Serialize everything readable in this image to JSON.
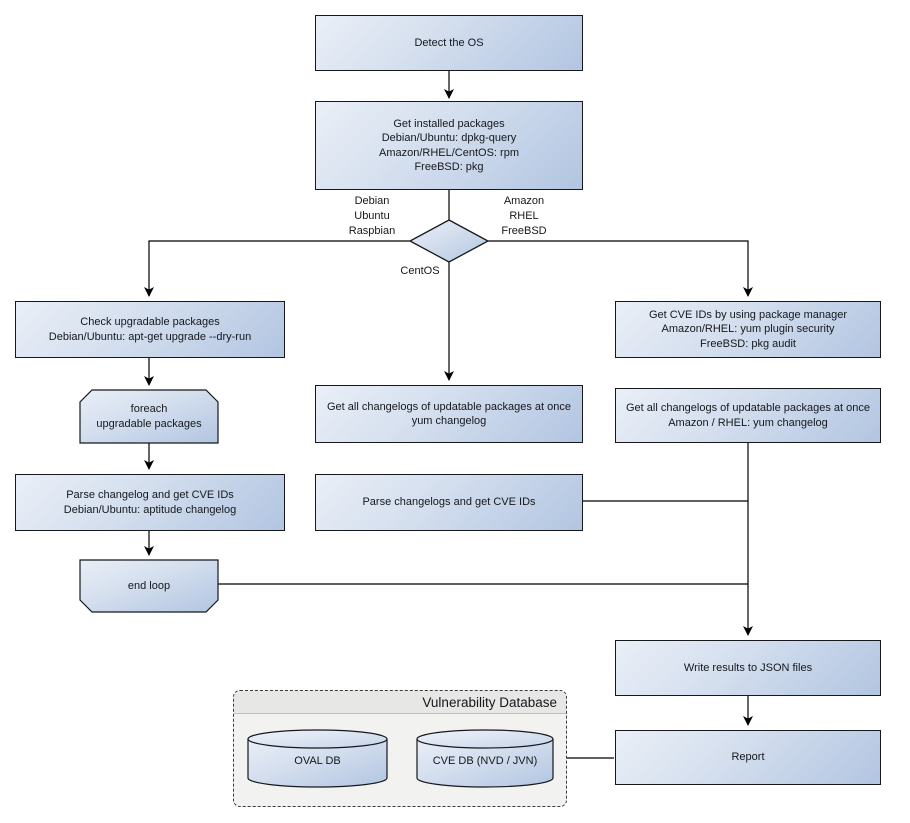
{
  "nodes": {
    "detect_os": [
      "Detect the OS"
    ],
    "get_installed_packages": [
      "Get installed packages",
      "Debian/Ubuntu: dpkg-query",
      "Amazon/RHEL/CentOS: rpm",
      "FreeBSD: pkg"
    ],
    "check_upgradable": [
      "Check upgradable packages",
      "Debian/Ubuntu: apt-get upgrade --dry-run"
    ],
    "foreach_loop": [
      "foreach",
      "upgradable  packages"
    ],
    "parse_changelog_deb": [
      "Parse changelog and get  CVE IDs",
      "Debian/Ubuntu: aptitude changelog"
    ],
    "end_loop": [
      "end loop"
    ],
    "get_changelogs_centos": [
      "Get all changelogs of updatable packages at once",
      "yum changelog"
    ],
    "parse_changelogs_centos": [
      "Parse changelogs and get CVE IDs"
    ],
    "get_cve_ids_pkg_mgr": [
      "Get CVE IDs by using package manager",
      "Amazon/RHEL: yum plugin security",
      "FreeBSD: pkg audit"
    ],
    "get_changelogs_rhel": [
      "Get all changelogs of updatable packages at once",
      "Amazon / RHEL: yum changelog"
    ],
    "write_results": [
      "Write results to JSON files"
    ],
    "report": [
      "Report"
    ]
  },
  "edge_labels": {
    "left_branch": [
      "Debian",
      "Ubuntu",
      "Raspbian"
    ],
    "right_branch": [
      "Amazon",
      "RHEL",
      "FreeBSD"
    ],
    "bottom_branch": [
      "CentOS"
    ]
  },
  "database": {
    "title": "Vulnerability Database",
    "cylinders": [
      "OVAL DB",
      "CVE DB (NVD / JVN)"
    ]
  },
  "colors": {
    "node_fill_light": "#eaeff7",
    "node_fill_dark": "#b2c5e1",
    "node_border": "#15181d",
    "connector": "#000000",
    "container_fill": "#f2f2f0",
    "container_header_fill": "#e7e7e5",
    "background": "#ffffff"
  }
}
